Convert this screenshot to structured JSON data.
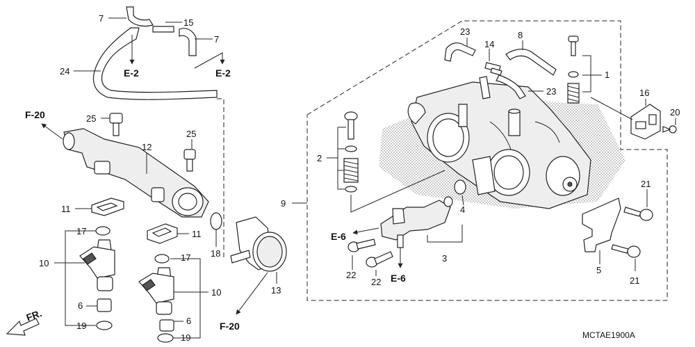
{
  "diagram_code": "MCTAE1900A",
  "direction_label": "FR.",
  "colors": {
    "line": "#222222",
    "background": "#ffffff",
    "screen": "#9a9a9a"
  },
  "references": {
    "e2_left": "E-2",
    "e2_right": "E-2",
    "f20_top": "F-20",
    "f20_bottom": "F-20",
    "e6_left": "E-6",
    "e6_bottom": "E-6"
  },
  "callouts": {
    "p1": "1",
    "p2": "2",
    "p3": "3",
    "p4": "4",
    "p5": "5",
    "p6a": "6",
    "p6b": "6",
    "p7a": "7",
    "p7b": "7",
    "p8": "8",
    "p9": "9",
    "p10a": "10",
    "p10b": "10",
    "p11a": "11",
    "p11b": "11",
    "p12": "12",
    "p13": "13",
    "p14": "14",
    "p15": "15",
    "p16": "16",
    "p17a": "17",
    "p17b": "17",
    "p18": "18",
    "p19a": "19",
    "p19b": "19",
    "p20": "20",
    "p21a": "21",
    "p21b": "21",
    "p22a": "22",
    "p22b": "22",
    "p23a": "23",
    "p23b": "23",
    "p24": "24",
    "p25a": "25",
    "p25b": "25"
  }
}
